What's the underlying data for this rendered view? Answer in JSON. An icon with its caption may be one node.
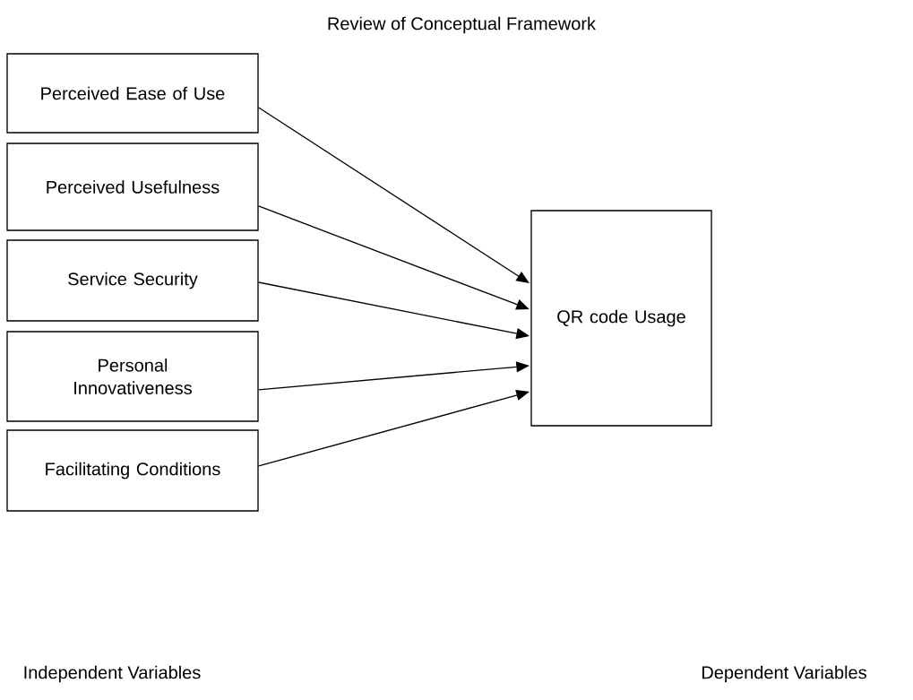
{
  "diagram": {
    "title": "Review of Conceptual  Framework",
    "nodes": [
      {
        "text": [
          "Perceived Ease of Use"
        ]
      },
      {
        "text": [
          "Perceived Usefulness"
        ]
      },
      {
        "text": [
          "Service Security"
        ]
      },
      {
        "text": [
          "Personal Innovativeness"
        ]
      },
      {
        "text": [
          "Facilitating Conditions"
        ]
      },
      {
        "text": [
          "QR code Usage"
        ]
      }
    ],
    "edges": [
      {
        "from": 0,
        "to": 5,
        "arrow": "to"
      },
      {
        "from": 1,
        "to": 5,
        "arrow": "to"
      },
      {
        "from": 2,
        "to": 5,
        "arrow": "to"
      },
      {
        "from": 3,
        "to": 5,
        "arrow": "to"
      },
      {
        "from": 4,
        "to": 5,
        "arrow": "to"
      }
    ],
    "labels": [
      "Independent Variables",
      "Dependent Variables"
    ]
  }
}
